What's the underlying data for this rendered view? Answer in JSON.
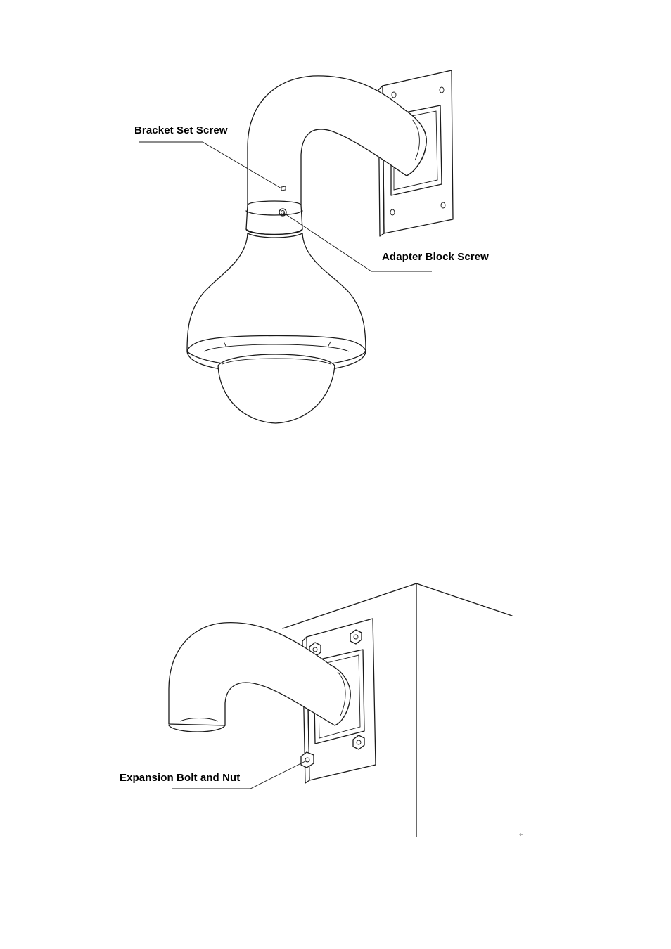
{
  "figures": [
    {
      "id": "dome-on-bracket",
      "callouts": {
        "bracket_set_screw": "Bracket Set Screw",
        "adapter_block_screw": "Adapter Block Screw"
      }
    },
    {
      "id": "bracket-on-wall",
      "callouts": {
        "expansion_bolt_and_nut": "Expansion Bolt and Nut"
      },
      "paragraph_mark": "↵"
    }
  ]
}
